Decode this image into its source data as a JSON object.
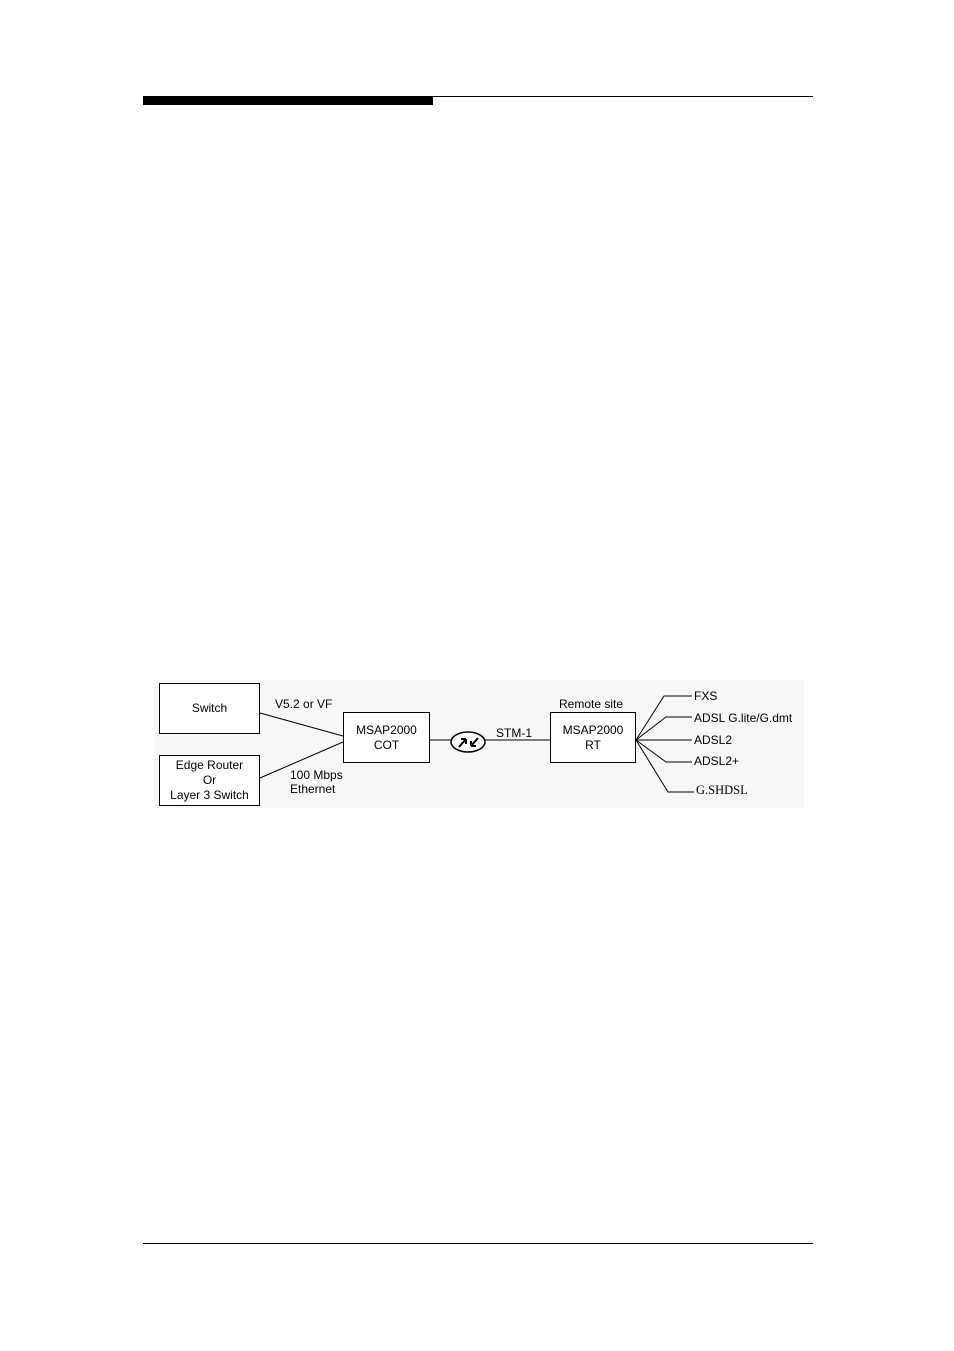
{
  "diagram": {
    "switch_box": "Switch",
    "edge_router_box": [
      "Edge Router",
      "Or",
      "Layer 3 Switch"
    ],
    "link_switch_label": "V5.2 or VF",
    "link_router_label": [
      "100 Mbps",
      "Ethernet"
    ],
    "cot_box": [
      "MSAP2000",
      "COT"
    ],
    "optical_icon": "optical-transceiver-icon",
    "link_stm_label": "STM-1",
    "remote_site_label": "Remote site",
    "rt_box": [
      "MSAP2000",
      "RT"
    ],
    "services": [
      "FXS",
      "ADSL G.lite/G.dmt",
      "ADSL2",
      "ADSL2+",
      "G.SHDSL"
    ]
  }
}
